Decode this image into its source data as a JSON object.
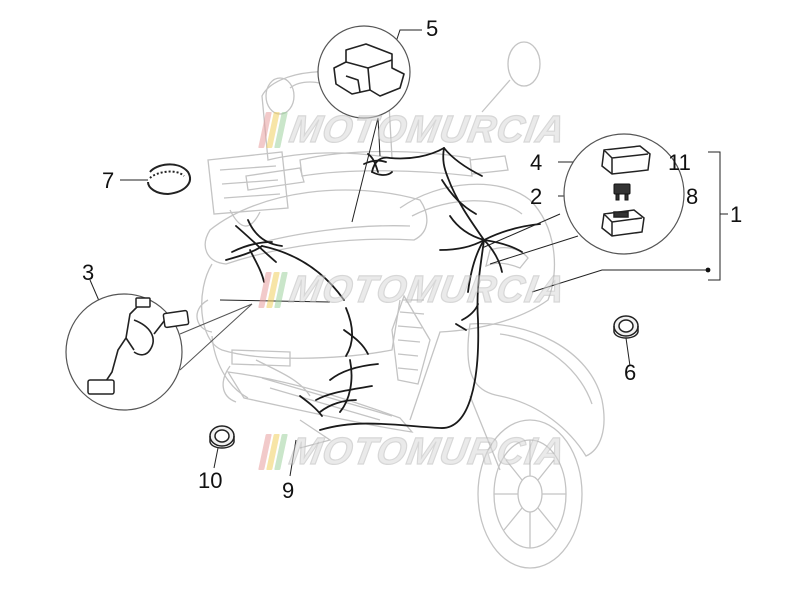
{
  "callouts": {
    "p1": "1",
    "p2": "2",
    "p3": "3",
    "p4": "4",
    "p5": "5",
    "p6": "6",
    "p7": "7",
    "p8": "8",
    "p9": "9",
    "p10": "10",
    "p11": "11"
  },
  "watermark": {
    "text": "MOTOMURCIA",
    "stripe_colors": [
      "#e8a0a0",
      "#f2d060",
      "#9fd39f"
    ]
  },
  "colors": {
    "outline": "#c4c4c4",
    "wiring": "#1a1a1a",
    "leader": "#222222"
  }
}
